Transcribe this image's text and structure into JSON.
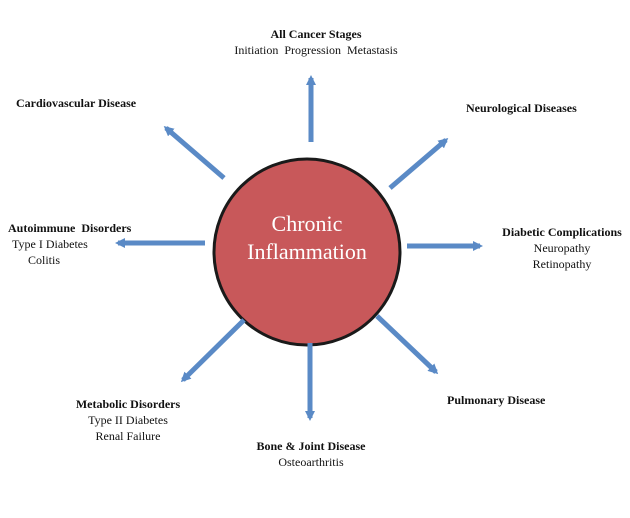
{
  "colors": {
    "circle_fill": "#c8585a",
    "circle_stroke": "#1a1a1a",
    "arrow": "#5a8ac6"
  },
  "center": {
    "line1": "Chronic",
    "line2": "Inflammation"
  },
  "nodes": {
    "cancer": {
      "title": "All Cancer Stages",
      "detail": "Initiation  Progression  Metastasis"
    },
    "neurological": {
      "title": "Neurological Diseases"
    },
    "diabetic": {
      "title": "Diabetic Complications",
      "item1": "Neuropathy",
      "item2": "Retinopathy"
    },
    "pulmonary": {
      "title": "Pulmonary Disease"
    },
    "bone": {
      "title": "Bone & Joint Disease",
      "item1": "Osteoarthritis"
    },
    "metabolic": {
      "title": "Metabolic Disorders",
      "item1": "Type II Diabetes",
      "item2": "Renal Failure"
    },
    "autoimmune": {
      "title": "Autoimmune  Disorders",
      "item1": "Type I Diabetes",
      "item2": "Colitis"
    },
    "cardiovascular": {
      "title": "Cardiovascular Disease"
    }
  }
}
